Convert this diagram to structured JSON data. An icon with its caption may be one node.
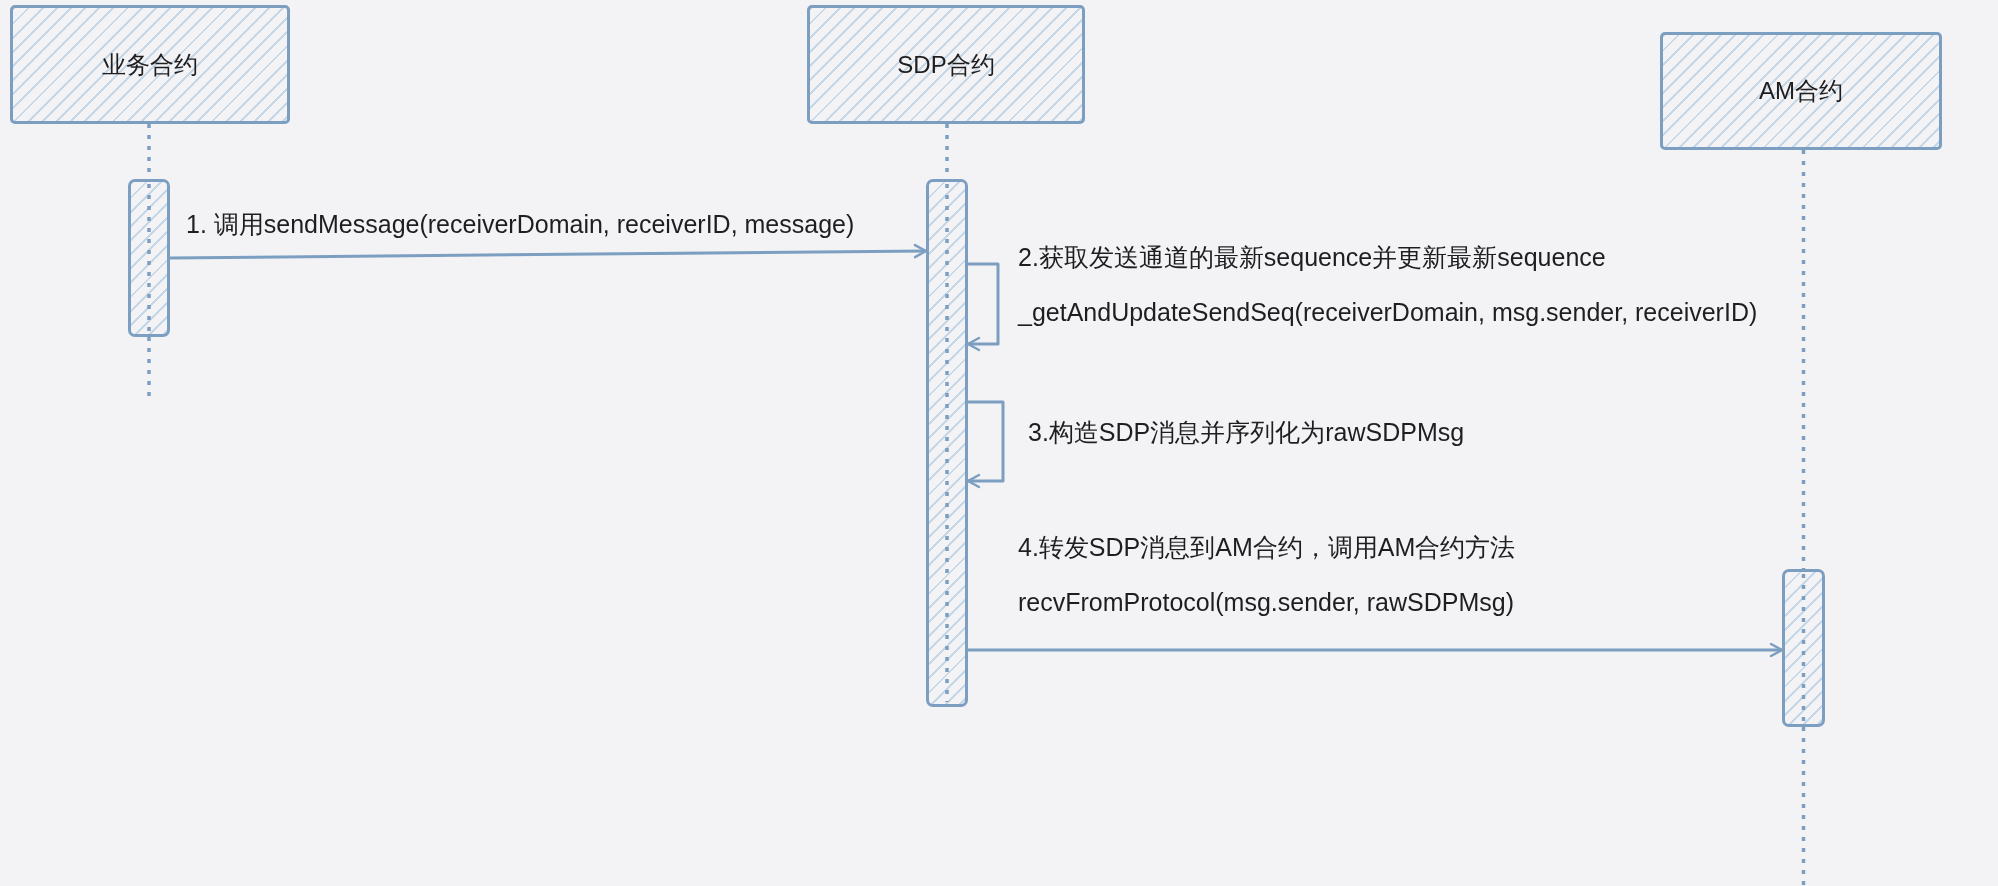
{
  "diagram": {
    "nodes": [
      {
        "text": [
          "业务合约"
        ]
      },
      {
        "text": [
          "SDP合约"
        ]
      },
      {
        "text": [
          "AM合约"
        ]
      },
      {
        "text": [],
        "shape": "bar"
      },
      {
        "text": [],
        "shape": "bar"
      },
      {
        "text": [],
        "shape": "bar"
      }
    ],
    "edges": [
      {
        "from": 3,
        "to": 4,
        "arrow": "to",
        "label": "1. 调用sendMessage(receiverDomain, receiverID, message)"
      },
      {
        "from": 4,
        "to": 4,
        "arrow": "to",
        "label": "2.获取发送通道的最新sequence并更新最新sequence _getAndUpdateSendSeq(receiverDomain, msg.sender, receiverID)"
      },
      {
        "from": 4,
        "to": 4,
        "arrow": "to",
        "label": "3.构造SDP消息并序列化为rawSDPMsg"
      },
      {
        "from": 4,
        "to": 5,
        "arrow": "to",
        "label": "4.转发SDP消息到AM合约，调用AM合约方法 recvFromProtocol(msg.sender, rawSDPMsg)"
      },
      {
        "from": 0,
        "to": 3,
        "arrow": "none",
        "style": "dashed"
      },
      {
        "from": 1,
        "to": 4,
        "arrow": "none",
        "style": "dashed"
      },
      {
        "from": 2,
        "to": 5,
        "arrow": "none",
        "style": "dashed"
      },
      {
        "from": 3,
        "to": null,
        "arrow": "none",
        "style": "dashed"
      },
      {
        "from": 5,
        "to": null,
        "arrow": "none",
        "style": "dashed"
      }
    ]
  }
}
